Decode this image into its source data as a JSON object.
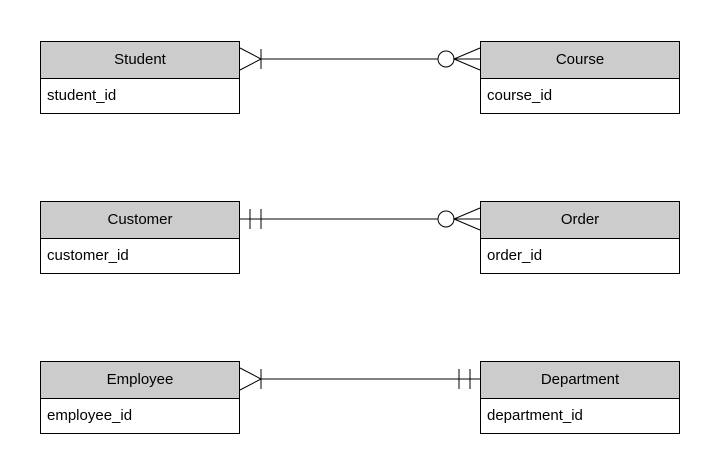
{
  "diagram": {
    "type": "entity-relationship",
    "notation": "crows-foot",
    "background_color": "#ffffff",
    "entity_header_fill": "#cccccc",
    "entity_body_fill": "#ffffff",
    "entity_border_color": "#000000",
    "line_color": "#000000",
    "entities": [
      {
        "name": "Student",
        "attributes": [
          "student_id"
        ]
      },
      {
        "name": "Course",
        "attributes": [
          "course_id"
        ]
      },
      {
        "name": "Customer",
        "attributes": [
          "customer_id"
        ]
      },
      {
        "name": "Order",
        "attributes": [
          "order_id"
        ]
      },
      {
        "name": "Employee",
        "attributes": [
          "employee_id"
        ]
      },
      {
        "name": "Department",
        "attributes": [
          "department_id"
        ]
      }
    ],
    "relationships": [
      {
        "from": "Student",
        "to": "Course",
        "from_cardinality": "one-or-many (crows foot + one tick)",
        "to_cardinality": "zero-or-many (circle + crows foot)"
      },
      {
        "from": "Customer",
        "to": "Order",
        "from_cardinality": "exactly-one (two ticks)",
        "to_cardinality": "zero-or-many (circle + crows foot)"
      },
      {
        "from": "Employee",
        "to": "Department",
        "from_cardinality": "one-or-many (crows foot + one tick)",
        "to_cardinality": "exactly-one (two ticks)"
      }
    ]
  }
}
